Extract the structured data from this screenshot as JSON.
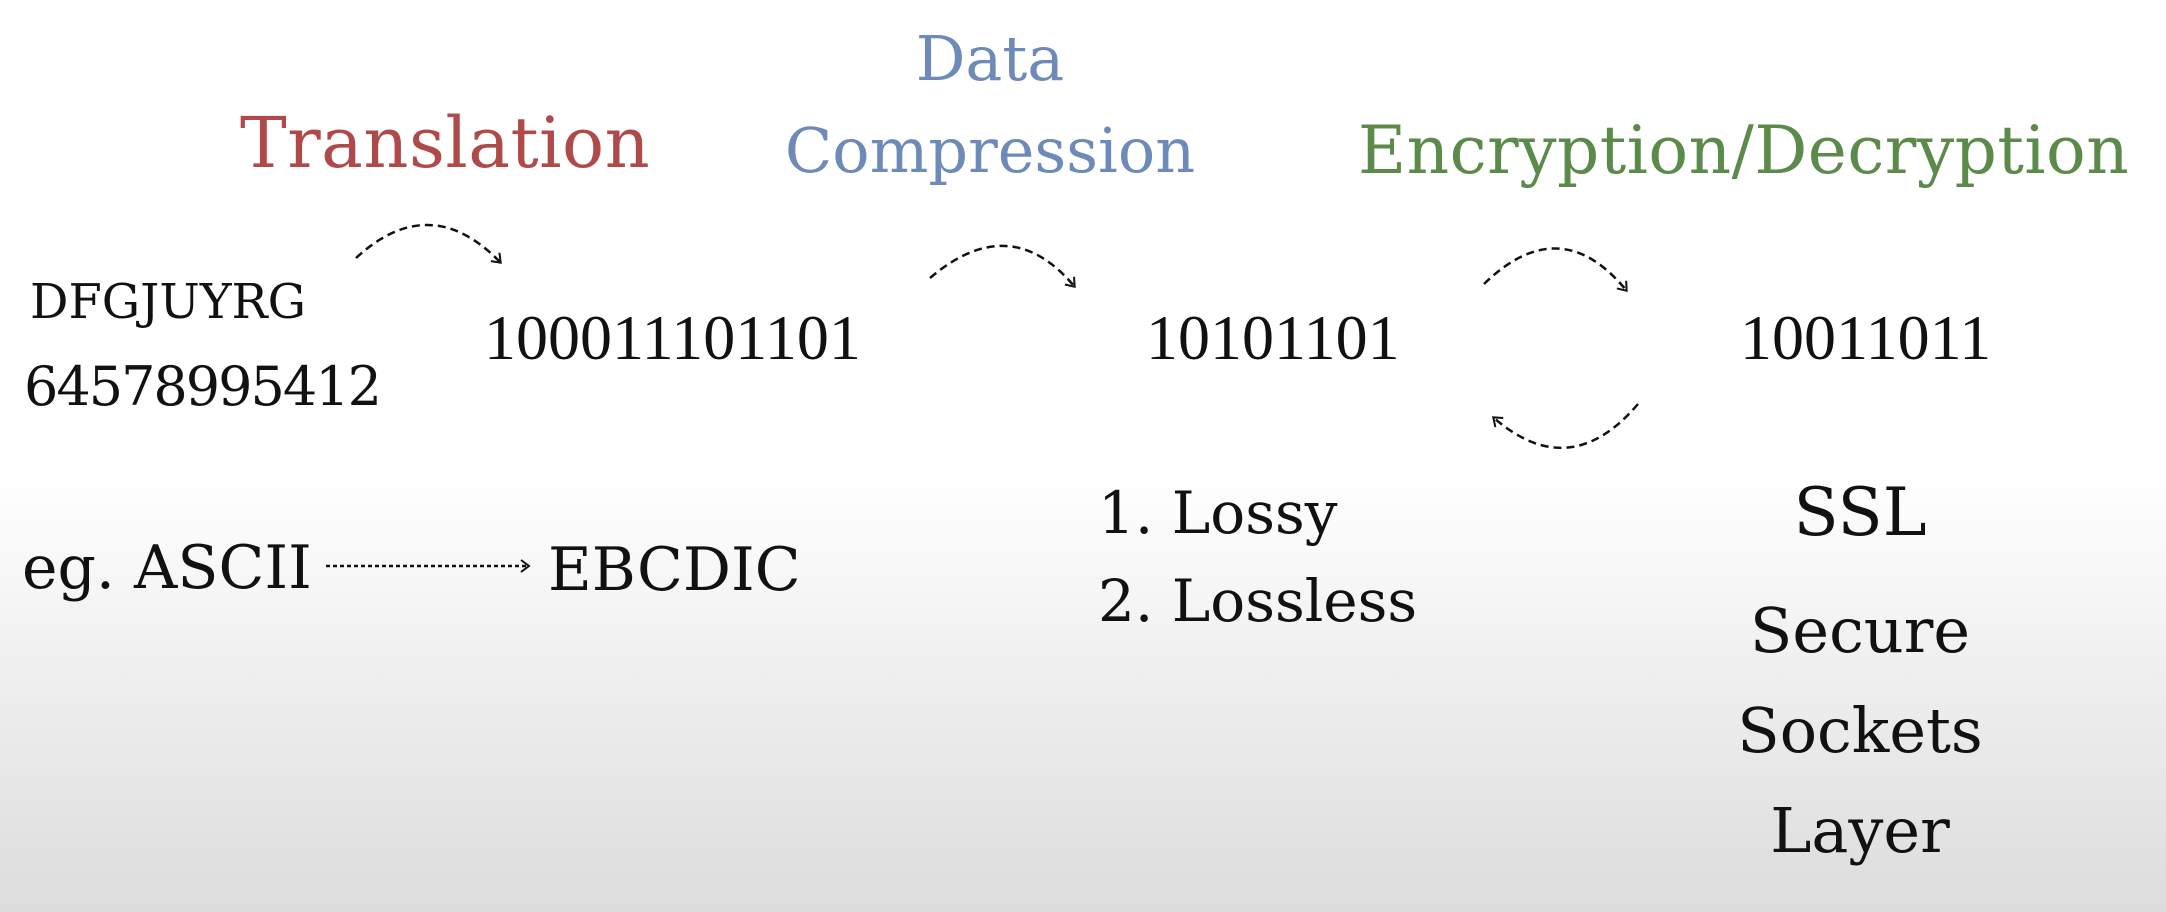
{
  "colors": {
    "translation": "#b04a4a",
    "compression": "#6e8ab8",
    "encryption": "#5b8a4a",
    "text": "#111111"
  },
  "headings": {
    "translation": "Translation",
    "compression_line1": "Data",
    "compression_line2": "Compression",
    "encryption": "Encryption/Decryption"
  },
  "translation": {
    "input_letters": "DFGJUYRG",
    "input_digits": "64578995412",
    "output_binary": "100011101101",
    "example_prefix": "eg. ASCII",
    "example_target": "EBCDIC"
  },
  "compression": {
    "output_binary": "10101101",
    "types": [
      "1. Lossy",
      "2. Lossless"
    ]
  },
  "encryption": {
    "output_binary": "10011011",
    "protocol": "SSL",
    "protocol_full": [
      "Secure",
      "Sockets",
      "Layer"
    ]
  }
}
